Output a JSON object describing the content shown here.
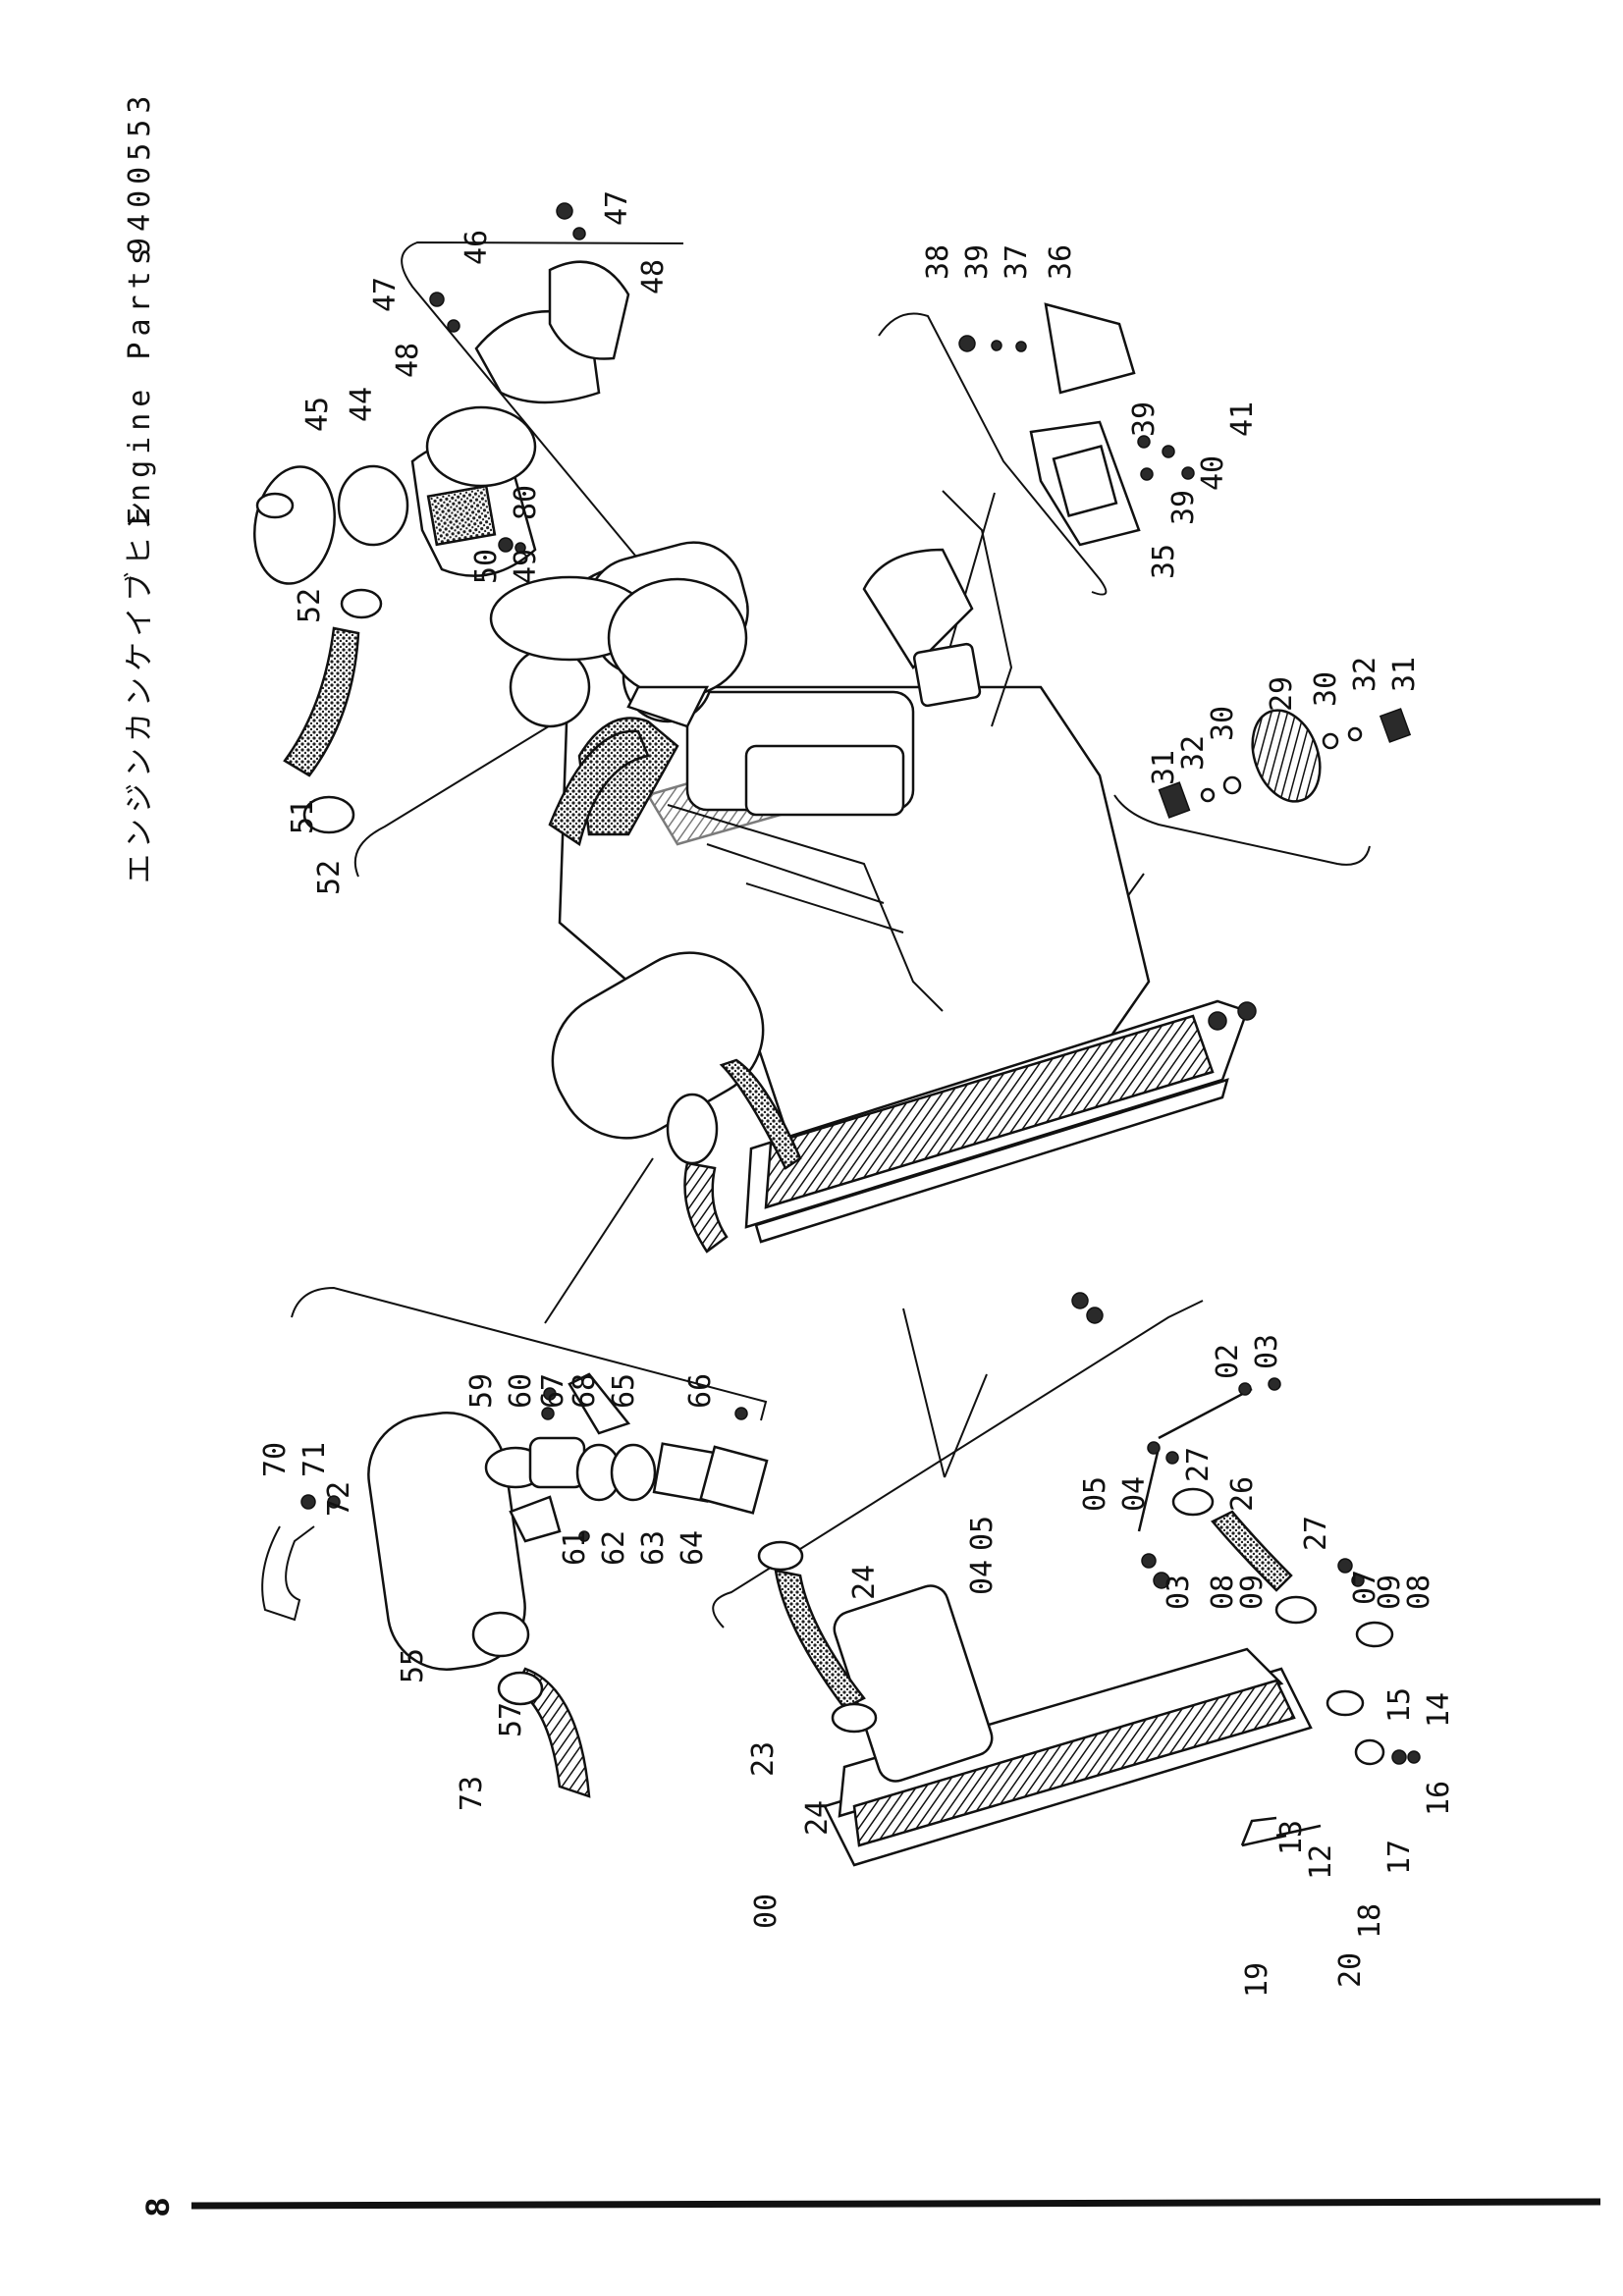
{
  "header": {
    "title_jp": "エンジンカンケイブヒン",
    "title_en": "Engine Parts",
    "code": "9400553"
  },
  "page_number": "8",
  "callouts": {
    "radiator": [
      "00",
      "02",
      "03",
      "03",
      "04",
      "04",
      "05",
      "05",
      "07",
      "08",
      "08",
      "09",
      "09",
      "12",
      "13",
      "14",
      "15",
      "16",
      "17",
      "18",
      "19",
      "20",
      "23",
      "24",
      "24",
      "26",
      "27",
      "27"
    ],
    "mount": [
      "29",
      "30",
      "30",
      "31",
      "31",
      "32",
      "32"
    ],
    "bracket": [
      "35",
      "36",
      "37",
      "38",
      "39",
      "39",
      "39",
      "40",
      "41"
    ],
    "air_cleaner": [
      "44",
      "45",
      "46",
      "47",
      "47",
      "48",
      "48",
      "49",
      "50",
      "51",
      "52",
      "52",
      "80"
    ],
    "muffler": [
      "55",
      "57",
      "59",
      "60",
      "61",
      "62",
      "63",
      "64",
      "65",
      "66",
      "67",
      "68",
      "70",
      "71",
      "72",
      "73"
    ]
  }
}
